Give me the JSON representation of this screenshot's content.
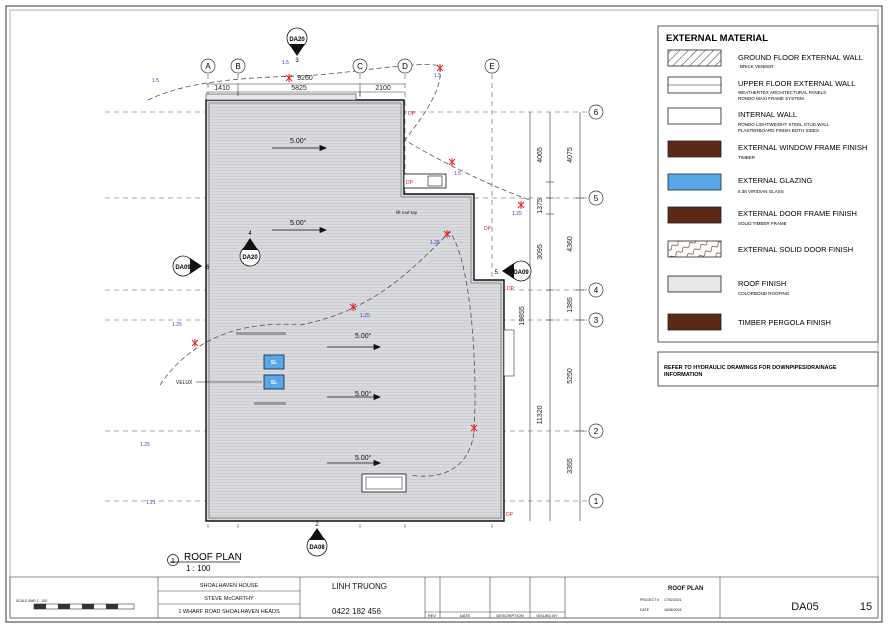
{
  "grid": {
    "columns": [
      "A",
      "B",
      "C",
      "D",
      "E"
    ],
    "rows": [
      "6",
      "5",
      "4",
      "3",
      "2",
      "1"
    ]
  },
  "dims": {
    "top_total": "9260",
    "top_parts": [
      "1410",
      "5825",
      "2100"
    ],
    "right_outer": [
      "4065",
      "1375",
      "3095",
      "11320"
    ],
    "right_inner": [
      "4075",
      "4360",
      "1385",
      "5250",
      "3355"
    ],
    "overall": "19855"
  },
  "plan": {
    "falls": [
      "5.00°",
      "5.00°",
      "5.00°",
      "5.00°",
      "5.00°"
    ],
    "dp_labels": [
      "DP",
      "DP",
      "DP",
      "DP",
      "DP"
    ],
    "contour_labels": [
      "1.5",
      "1.5",
      "1.5",
      "1.5",
      "1.25",
      "1.25",
      "1.25",
      "1.25",
      "1.25",
      "1.21"
    ],
    "sl_labels": [
      "SL",
      "SL"
    ],
    "velux": "VELUX",
    "lift_note": "lift roof top"
  },
  "sections": {
    "top": {
      "tag": "DA20",
      "num": "3"
    },
    "left": {
      "tag": "DA09",
      "num": "6"
    },
    "mid": {
      "tag": "DA20",
      "num": "4"
    },
    "right": {
      "tag": "DA09",
      "num": "5"
    },
    "bottom": {
      "tag": "DA08",
      "num": "2"
    }
  },
  "plan_title": {
    "num": "1",
    "name": "ROOF PLAN",
    "scale": "1 : 100"
  },
  "legend": {
    "title": "EXTERNAL MATERIAL",
    "items": [
      {
        "name": "GROUND FLOOR EXTERNAL WALL",
        "sub": "BRICK VENEER"
      },
      {
        "name": "UPPER FLOOR EXTERNAL WALL",
        "sub": "WEATHERTEX ARCHITECTURAL PANELS",
        "sub2": "RONDO MAXI FRAME SYSTEM"
      },
      {
        "name": "INTERNAL WALL",
        "sub": "RONDO LIGHTWEIGHT STEEL STUD WALL",
        "sub2": "PLASTERBOARD FINISH BOTH SIDES"
      },
      {
        "name": "EXTERNAL WINDOW FRAME FINISH",
        "sub": "TIMBER"
      },
      {
        "name": "EXTERNAL GLAZING",
        "sub": "6.38 VIRIDIAN GLASS"
      },
      {
        "name": "EXTERNAL DOOR FRAME FINISH",
        "sub": "SOLID TIMBER FRAME"
      },
      {
        "name": "EXTERNAL SOLID DOOR FINISH"
      },
      {
        "name": "ROOF FINISH",
        "sub": "COLORBOND ROOFING"
      },
      {
        "name": "TIMBER PERGOLA FINISH"
      }
    ]
  },
  "note": {
    "line1": "REFER TO HYDRAULIC DRAWINGS FOR DOWNPIPES/DRAINAGE",
    "line2": "INFORMATION"
  },
  "title_block": {
    "project": "SHOALHAVEN HOUSE",
    "client": "STEVE McCARTHY",
    "address": "1 WHARF ROAD SHOALHAVEN HEADS",
    "designer": "LINH TRUONG",
    "phone": "0422 182 456",
    "sheet_name": "ROOF PLAN",
    "sheet_no": "DA05",
    "rev": "15",
    "rev_headers": [
      "REV",
      "DATE",
      "DESCRIPTION",
      "ISSUED BY"
    ],
    "scale_bar": "SCALE BAR 1 : 100",
    "project_label": "PROJECT #",
    "project_date": "17/02/2021",
    "date_label": "DATE",
    "issue_date": "18/06/2024"
  },
  "colors": {
    "roof": "#d9dadd",
    "timber": "#5a2a16",
    "glazing": "#5aa7e8",
    "plan_line": "#111111",
    "drain": "#e02020",
    "contour_text": "#2a3fd0"
  }
}
